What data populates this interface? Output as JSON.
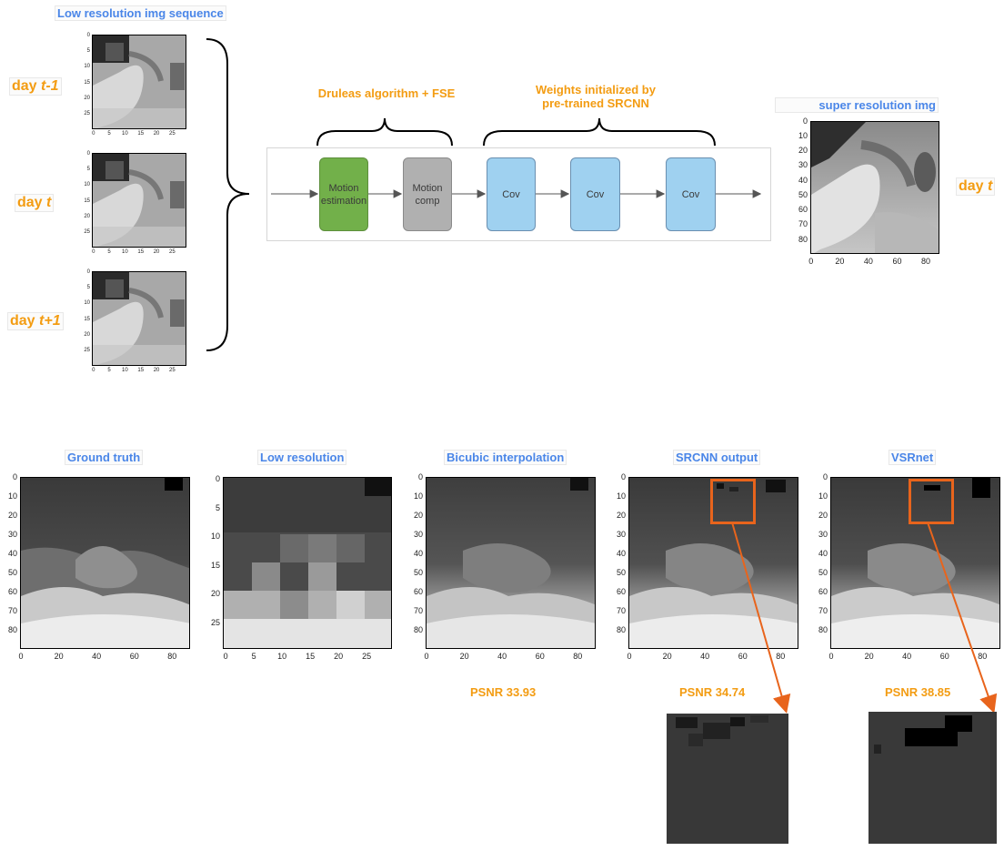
{
  "top": {
    "lr_sequence_label": "Low resolution img sequence",
    "days": {
      "prev_prefix": "day ",
      "prev_var": "t-1",
      "curr_prefix": "day ",
      "curr_var": "t",
      "next_prefix": "day ",
      "next_var": "t+1"
    },
    "druleas_label": "Druleas algorithm + FSE",
    "weights_label_line1": "Weights initialized by",
    "weights_label_line2": "pre-trained SRCNN",
    "pipeline": {
      "motion_estimation": "Motion estimation",
      "motion_comp": "Motion comp",
      "cov1": "Cov",
      "cov2": "Cov",
      "cov3": "Cov"
    },
    "sr_label": "super resolution img",
    "output_day_prefix": "day ",
    "output_day_var": "t",
    "colors": {
      "motion_estimation": "#72b04a",
      "motion_comp": "#b0b0b0",
      "cov": "#9fd1f0",
      "accent_orange": "#f39c12",
      "accent_blue": "#4a86e8"
    }
  },
  "small_ticks_y": [
    "0",
    "5",
    "10",
    "15",
    "20",
    "25"
  ],
  "small_ticks_x": [
    "0",
    "5",
    "10",
    "15",
    "20",
    "25"
  ],
  "sr_ticks_y": [
    "0",
    "10",
    "20",
    "30",
    "40",
    "50",
    "60",
    "70",
    "80"
  ],
  "sr_ticks_x": [
    "0",
    "20",
    "40",
    "60",
    "80"
  ],
  "bottom": {
    "panels": [
      {
        "title": "Ground truth"
      },
      {
        "title": "Low resolution"
      },
      {
        "title": "Bicubic interpolation"
      },
      {
        "title": "SRCNN output"
      },
      {
        "title": "VSRnet"
      }
    ],
    "ticks_y_hr": [
      "0",
      "10",
      "20",
      "30",
      "40",
      "50",
      "60",
      "70",
      "80"
    ],
    "ticks_x_hr": [
      "0",
      "20",
      "40",
      "60",
      "80"
    ],
    "ticks_y_lr": [
      "0",
      "5",
      "10",
      "15",
      "20",
      "25"
    ],
    "ticks_x_lr": [
      "0",
      "5",
      "10",
      "15",
      "20",
      "25"
    ],
    "psnr_bicubic": "PSNR 33.93",
    "psnr_srcnn": "PSNR 34.74",
    "psnr_vsrnet": "PSNR 38.85",
    "colors": {
      "psnr_bicubic": "#4a86e8",
      "psnr_srcnn": "#f39c12",
      "psnr_vsrnet": "#e8231c",
      "zoom_box": "#e8641c"
    }
  }
}
